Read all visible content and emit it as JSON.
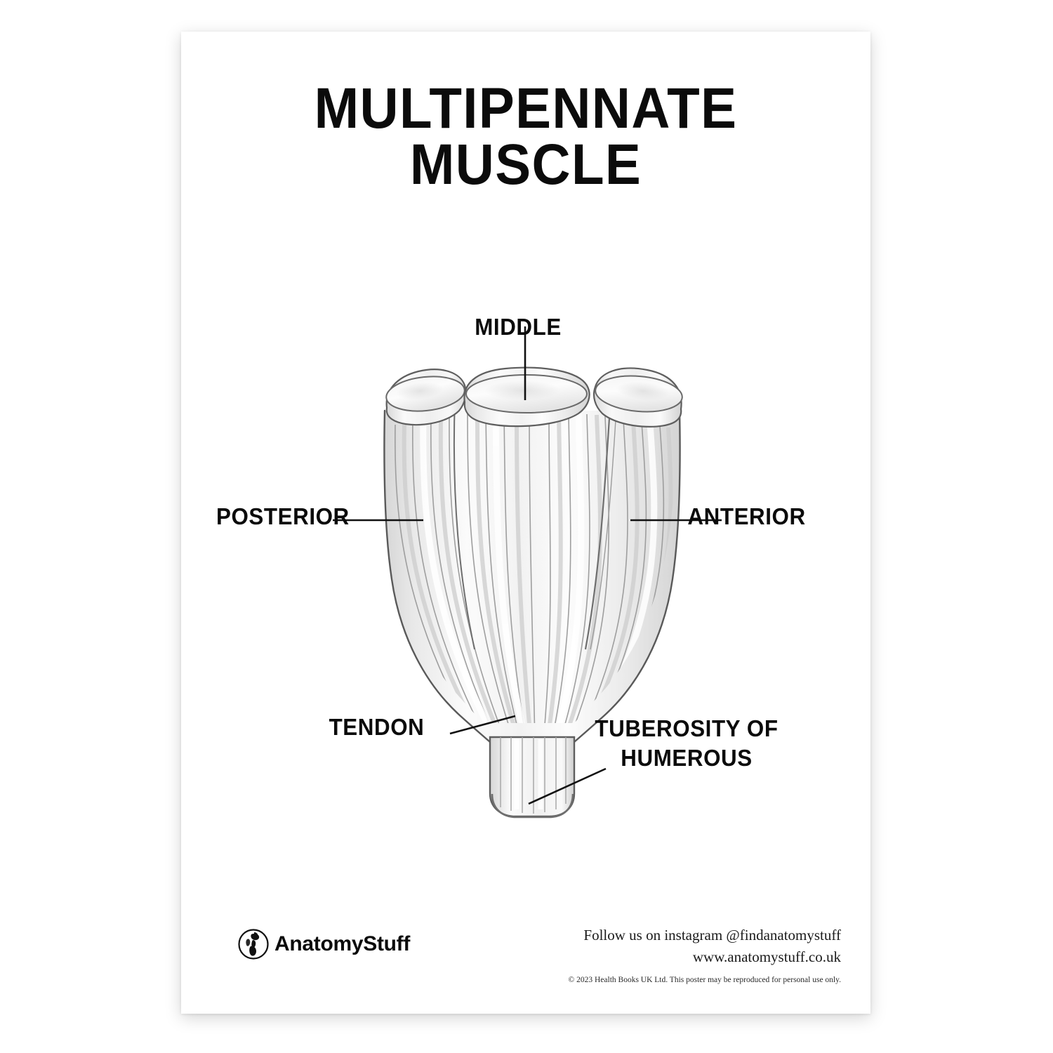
{
  "poster": {
    "title_line1": "MULTIPENNATE",
    "title_line2": "MUSCLE"
  },
  "diagram": {
    "subject": "multipennate-muscle",
    "labels": {
      "middle": "MIDDLE",
      "posterior": "POSTERIOR",
      "anterior": "ANTERIOR",
      "tendon": "TENDON",
      "tuberosity_line1": "TUBEROSITY OF",
      "tuberosity_line2": "HUMEROUS"
    },
    "colors": {
      "outline": "#6b6b6b",
      "fiber_line": "#8f8f8f",
      "fill_light": "#fdfdfd",
      "fill_mid": "#eeeeee",
      "fill_shadow": "#dcdcdc",
      "leader_line": "#111111",
      "text": "#0b0b0b"
    }
  },
  "footer": {
    "brand": "AnatomyStuff",
    "logo_icon": "anatomy-figure-circle-logo",
    "instagram": "Follow us on instagram @findanatomystuff",
    "website": "www.anatomystuff.co.uk",
    "copyright": "© 2023 Health Books UK Ltd. This poster may be reproduced for personal use only."
  }
}
